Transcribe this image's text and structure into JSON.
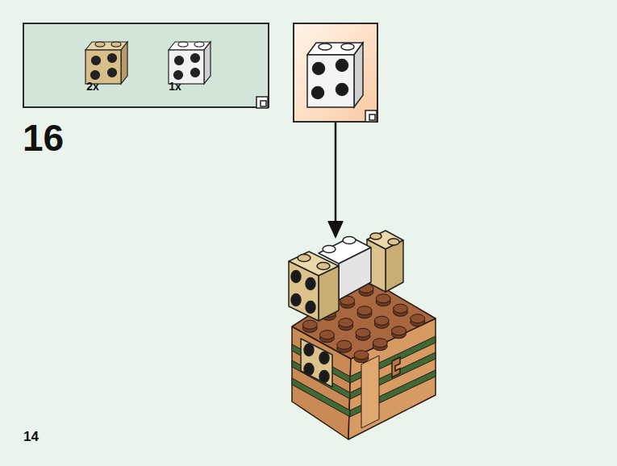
{
  "diagram": {
    "nodes": [
      {
        "text": [
          "2x",
          "1x"
        ]
      }
    ],
    "labels": [
      "16",
      "14"
    ]
  }
}
